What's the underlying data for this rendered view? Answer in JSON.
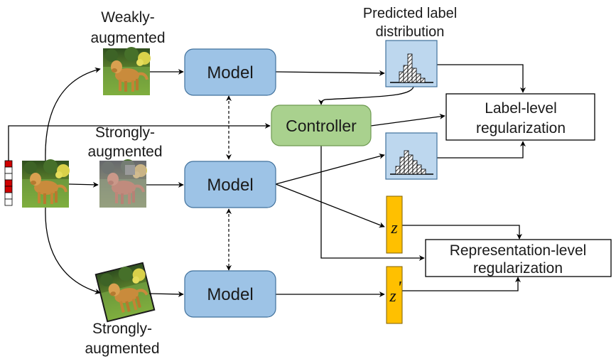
{
  "labels": {
    "weak_line1": "Weakly-",
    "weak_line2": "augmented",
    "strong_top_line1": "Strongly-",
    "strong_top_line2": "augmented",
    "strong_bottom_line1": "Strongly-",
    "strong_bottom_line2": "augmented",
    "predicted_line1": "Predicted label",
    "predicted_line2": "distribution"
  },
  "models": {
    "top": "Model",
    "middle": "Model",
    "bottom": "Model"
  },
  "controller": "Controller",
  "boxes": {
    "label_reg_line1": "Label-level",
    "label_reg_line2": "regularization",
    "rep_reg_line1": "Representation-level",
    "rep_reg_line2": "regularization"
  },
  "features": {
    "z": "z",
    "z_prime": "z",
    "prime_mark": "'"
  },
  "colors": {
    "model_fill": "#9dc3e6",
    "model_stroke": "#41719c",
    "controller_fill": "#a9d18e",
    "controller_stroke": "#6f9a52",
    "histogram_fill": "#bdd7ee",
    "feature_fill": "#ffc000",
    "label_vector_red": "#d00000"
  },
  "icons": {
    "dog_image": "golden-retriever-photo",
    "histogram": "histogram-icon",
    "label_vector": "one-hot-label-vector"
  }
}
